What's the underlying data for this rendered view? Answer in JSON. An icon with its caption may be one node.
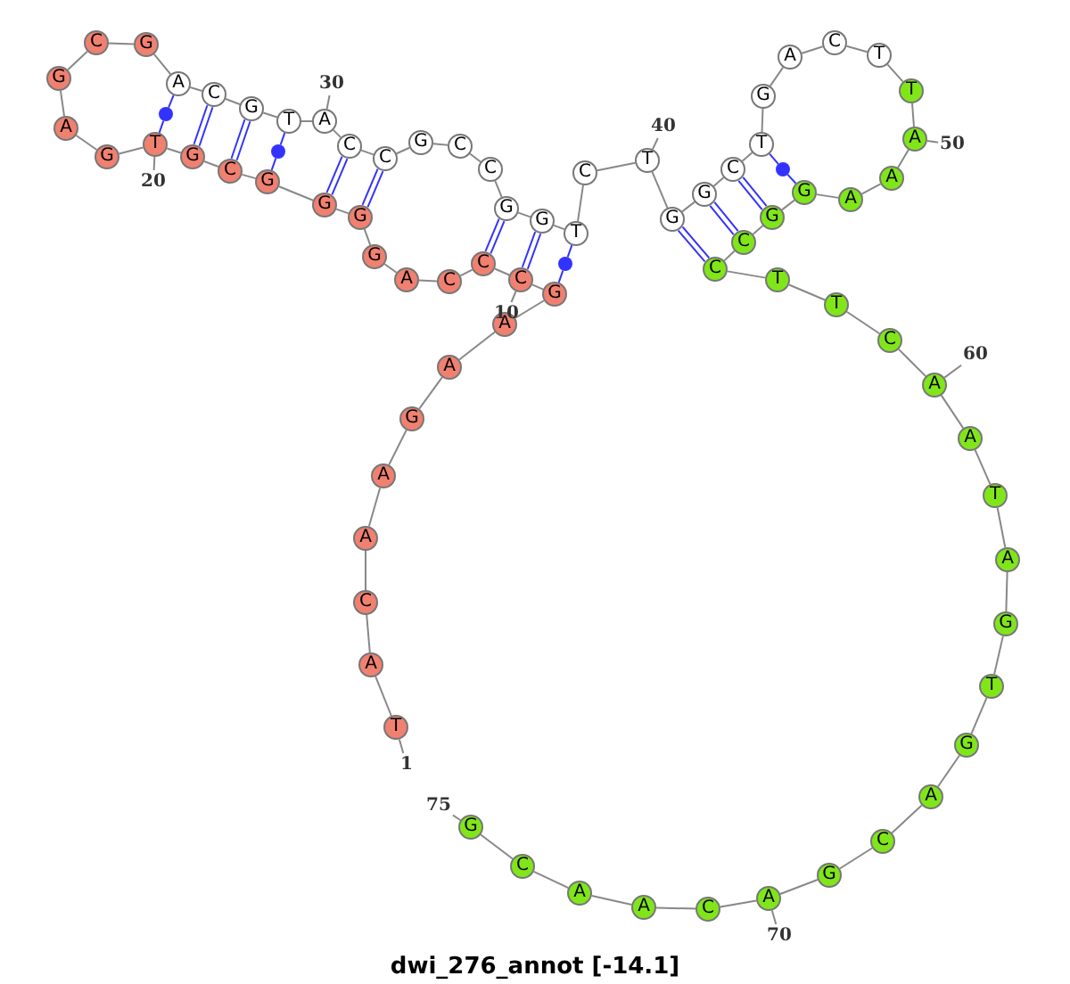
{
  "diagram": {
    "title": "dwi_276_annot [-14.1]",
    "nodes": [
      {
        "text": [
          "T"
        ]
      },
      {
        "text": [
          "A"
        ]
      },
      {
        "text": [
          "C"
        ]
      },
      {
        "text": [
          "A"
        ]
      },
      {
        "text": [
          "A"
        ]
      },
      {
        "text": [
          "G"
        ]
      },
      {
        "text": [
          "A"
        ]
      },
      {
        "text": [
          "A"
        ]
      },
      {
        "text": [
          "G"
        ]
      },
      {
        "text": [
          "C"
        ]
      },
      {
        "text": [
          "C"
        ]
      },
      {
        "text": [
          "C"
        ]
      },
      {
        "text": [
          "A"
        ]
      },
      {
        "text": [
          "G"
        ]
      },
      {
        "text": [
          "G"
        ]
      },
      {
        "text": [
          "G"
        ]
      },
      {
        "text": [
          "G"
        ]
      },
      {
        "text": [
          "C"
        ]
      },
      {
        "text": [
          "G"
        ]
      },
      {
        "text": [
          "T"
        ]
      },
      {
        "text": [
          "G"
        ]
      },
      {
        "text": [
          "A"
        ]
      },
      {
        "text": [
          "G"
        ]
      },
      {
        "text": [
          "C"
        ]
      },
      {
        "text": [
          "G"
        ]
      },
      {
        "text": [
          "A"
        ]
      },
      {
        "text": [
          "C"
        ]
      },
      {
        "text": [
          "G"
        ]
      },
      {
        "text": [
          "T"
        ]
      },
      {
        "text": [
          "A"
        ]
      },
      {
        "text": [
          "C"
        ]
      },
      {
        "text": [
          "C"
        ]
      },
      {
        "text": [
          "G"
        ]
      },
      {
        "text": [
          "C"
        ]
      },
      {
        "text": [
          "C"
        ]
      },
      {
        "text": [
          "G"
        ]
      },
      {
        "text": [
          "G"
        ]
      },
      {
        "text": [
          "T"
        ]
      },
      {
        "text": [
          "C"
        ]
      },
      {
        "text": [
          "T"
        ]
      },
      {
        "text": [
          "G"
        ]
      },
      {
        "text": [
          "G"
        ]
      },
      {
        "text": [
          "C"
        ]
      },
      {
        "text": [
          "T"
        ]
      },
      {
        "text": [
          "G"
        ]
      },
      {
        "text": [
          "A"
        ]
      },
      {
        "text": [
          "C"
        ]
      },
      {
        "text": [
          "T"
        ]
      },
      {
        "text": [
          "T"
        ]
      },
      {
        "text": [
          "A"
        ]
      },
      {
        "text": [
          "A"
        ]
      },
      {
        "text": [
          "A"
        ]
      },
      {
        "text": [
          "G"
        ]
      },
      {
        "text": [
          "G"
        ]
      },
      {
        "text": [
          "C"
        ]
      },
      {
        "text": [
          "C"
        ]
      },
      {
        "text": [
          "T"
        ]
      },
      {
        "text": [
          "T"
        ]
      },
      {
        "text": [
          "C"
        ]
      },
      {
        "text": [
          "A"
        ]
      },
      {
        "text": [
          "A"
        ]
      },
      {
        "text": [
          "T"
        ]
      },
      {
        "text": [
          "A"
        ]
      },
      {
        "text": [
          "G"
        ]
      },
      {
        "text": [
          "T"
        ]
      },
      {
        "text": [
          "G"
        ]
      },
      {
        "text": [
          "A"
        ]
      },
      {
        "text": [
          "C"
        ]
      },
      {
        "text": [
          "G"
        ]
      },
      {
        "text": [
          "A"
        ]
      },
      {
        "text": [
          "C"
        ]
      },
      {
        "text": [
          "A"
        ]
      },
      {
        "text": [
          "A"
        ]
      },
      {
        "text": [
          "C"
        ]
      },
      {
        "text": [
          "G"
        ]
      },
      {
        "text": [
          "1"
        ]
      },
      {
        "text": [
          "10"
        ]
      },
      {
        "text": [
          "20"
        ]
      },
      {
        "text": [
          "30"
        ]
      },
      {
        "text": [
          "40"
        ]
      },
      {
        "text": [
          "50"
        ]
      },
      {
        "text": [
          "60"
        ]
      },
      {
        "text": [
          "70"
        ]
      },
      {
        "text": [
          "75"
        ]
      },
      {
        "text": [],
        "shape": "circle"
      },
      {
        "text": [],
        "shape": "circle"
      },
      {
        "text": [],
        "shape": "circle"
      },
      {
        "text": [],
        "shape": "circle"
      }
    ],
    "edges": [
      {
        "from": 0,
        "to": 1,
        "arrow": "none"
      },
      {
        "from": 1,
        "to": 2,
        "arrow": "none"
      },
      {
        "from": 2,
        "to": 3,
        "arrow": "none"
      },
      {
        "from": 3,
        "to": 4,
        "arrow": "none"
      },
      {
        "from": 4,
        "to": 5,
        "arrow": "none"
      },
      {
        "from": 5,
        "to": 6,
        "arrow": "none"
      },
      {
        "from": 6,
        "to": 7,
        "arrow": "none"
      },
      {
        "from": 7,
        "to": 8,
        "arrow": "none"
      },
      {
        "from": 8,
        "to": 9,
        "arrow": "none"
      },
      {
        "from": 9,
        "to": 10,
        "arrow": "none"
      },
      {
        "from": 10,
        "to": 11,
        "arrow": "none"
      },
      {
        "from": 11,
        "to": 12,
        "arrow": "none"
      },
      {
        "from": 12,
        "to": 13,
        "arrow": "none"
      },
      {
        "from": 13,
        "to": 14,
        "arrow": "none"
      },
      {
        "from": 14,
        "to": 15,
        "arrow": "none"
      },
      {
        "from": 15,
        "to": 16,
        "arrow": "none"
      },
      {
        "from": 16,
        "to": 17,
        "arrow": "none"
      },
      {
        "from": 17,
        "to": 18,
        "arrow": "none"
      },
      {
        "from": 18,
        "to": 19,
        "arrow": "none"
      },
      {
        "from": 19,
        "to": 20,
        "arrow": "none"
      },
      {
        "from": 20,
        "to": 21,
        "arrow": "none"
      },
      {
        "from": 21,
        "to": 22,
        "arrow": "none"
      },
      {
        "from": 22,
        "to": 23,
        "arrow": "none"
      },
      {
        "from": 23,
        "to": 24,
        "arrow": "none"
      },
      {
        "from": 24,
        "to": 25,
        "arrow": "none"
      },
      {
        "from": 25,
        "to": 26,
        "arrow": "none"
      },
      {
        "from": 26,
        "to": 27,
        "arrow": "none"
      },
      {
        "from": 27,
        "to": 28,
        "arrow": "none"
      },
      {
        "from": 28,
        "to": 29,
        "arrow": "none"
      },
      {
        "from": 29,
        "to": 30,
        "arrow": "none"
      },
      {
        "from": 30,
        "to": 31,
        "arrow": "none"
      },
      {
        "from": 31,
        "to": 32,
        "arrow": "none"
      },
      {
        "from": 32,
        "to": 33,
        "arrow": "none"
      },
      {
        "from": 33,
        "to": 34,
        "arrow": "none"
      },
      {
        "from": 34,
        "to": 35,
        "arrow": "none"
      },
      {
        "from": 35,
        "to": 36,
        "arrow": "none"
      },
      {
        "from": 36,
        "to": 37,
        "arrow": "none"
      },
      {
        "from": 37,
        "to": 38,
        "arrow": "none"
      },
      {
        "from": 38,
        "to": 39,
        "arrow": "none"
      },
      {
        "from": 39,
        "to": 40,
        "arrow": "none"
      },
      {
        "from": 40,
        "to": 41,
        "arrow": "none"
      },
      {
        "from": 41,
        "to": 42,
        "arrow": "none"
      },
      {
        "from": 42,
        "to": 43,
        "arrow": "none"
      },
      {
        "from": 43,
        "to": 44,
        "arrow": "none"
      },
      {
        "from": 44,
        "to": 45,
        "arrow": "none"
      },
      {
        "from": 45,
        "to": 46,
        "arrow": "none"
      },
      {
        "from": 46,
        "to": 47,
        "arrow": "none"
      },
      {
        "from": 47,
        "to": 48,
        "arrow": "none"
      },
      {
        "from": 48,
        "to": 49,
        "arrow": "none"
      },
      {
        "from": 49,
        "to": 50,
        "arrow": "none"
      },
      {
        "from": 50,
        "to": 51,
        "arrow": "none"
      },
      {
        "from": 51,
        "to": 52,
        "arrow": "none"
      },
      {
        "from": 52,
        "to": 53,
        "arrow": "none"
      },
      {
        "from": 53,
        "to": 54,
        "arrow": "none"
      },
      {
        "from": 54,
        "to": 55,
        "arrow": "none"
      },
      {
        "from": 55,
        "to": 56,
        "arrow": "none"
      },
      {
        "from": 56,
        "to": 57,
        "arrow": "none"
      },
      {
        "from": 57,
        "to": 58,
        "arrow": "none"
      },
      {
        "from": 58,
        "to": 59,
        "arrow": "none"
      },
      {
        "from": 59,
        "to": 60,
        "arrow": "none"
      },
      {
        "from": 60,
        "to": 61,
        "arrow": "none"
      },
      {
        "from": 61,
        "to": 62,
        "arrow": "none"
      },
      {
        "from": 62,
        "to": 63,
        "arrow": "none"
      },
      {
        "from": 63,
        "to": 64,
        "arrow": "none"
      },
      {
        "from": 64,
        "to": 65,
        "arrow": "none"
      },
      {
        "from": 65,
        "to": 66,
        "arrow": "none"
      },
      {
        "from": 66,
        "to": 67,
        "arrow": "none"
      },
      {
        "from": 67,
        "to": 68,
        "arrow": "none"
      },
      {
        "from": 68,
        "to": 69,
        "arrow": "none"
      },
      {
        "from": 69,
        "to": 70,
        "arrow": "none"
      },
      {
        "from": 70,
        "to": 71,
        "arrow": "none"
      },
      {
        "from": 71,
        "to": 72,
        "arrow": "none"
      },
      {
        "from": 72,
        "to": 73,
        "arrow": "none"
      },
      {
        "from": 73,
        "to": 74,
        "arrow": "none"
      },
      {
        "from": 19,
        "to": 84,
        "arrow": "none",
        "color": "#3333ff"
      },
      {
        "from": 84,
        "to": 25,
        "arrow": "none",
        "color": "#3333ff"
      },
      {
        "from": 18,
        "to": 26,
        "arrow": "none",
        "color": "#3333ff"
      },
      {
        "from": 17,
        "to": 27,
        "arrow": "none",
        "color": "#3333ff"
      },
      {
        "from": 16,
        "to": 85,
        "arrow": "none",
        "color": "#3333ff"
      },
      {
        "from": 85,
        "to": 28,
        "arrow": "none",
        "color": "#3333ff"
      },
      {
        "from": 15,
        "to": 30,
        "arrow": "none",
        "color": "#3333ff"
      },
      {
        "from": 14,
        "to": 31,
        "arrow": "none",
        "color": "#3333ff"
      },
      {
        "from": 10,
        "to": 35,
        "arrow": "none",
        "color": "#3333ff"
      },
      {
        "from": 9,
        "to": 36,
        "arrow": "none",
        "color": "#3333ff"
      },
      {
        "from": 8,
        "to": 86,
        "arrow": "none",
        "color": "#3333ff"
      },
      {
        "from": 86,
        "to": 37,
        "arrow": "none",
        "color": "#3333ff"
      },
      {
        "from": 40,
        "to": 55,
        "arrow": "none",
        "color": "#3333ff"
      },
      {
        "from": 41,
        "to": 54,
        "arrow": "none",
        "color": "#3333ff"
      },
      {
        "from": 42,
        "to": 53,
        "arrow": "none",
        "color": "#3333ff"
      },
      {
        "from": 43,
        "to": 87,
        "arrow": "none",
        "color": "#3333ff"
      },
      {
        "from": 87,
        "to": 52,
        "arrow": "none",
        "color": "#3333ff"
      },
      {
        "from": 75,
        "to": 0,
        "arrow": "none"
      },
      {
        "from": 76,
        "to": 9,
        "arrow": "none"
      },
      {
        "from": 77,
        "to": 19,
        "arrow": "none"
      },
      {
        "from": 78,
        "to": 29,
        "arrow": "none"
      },
      {
        "from": 79,
        "to": 39,
        "arrow": "none"
      },
      {
        "from": 80,
        "to": 49,
        "arrow": "none"
      },
      {
        "from": 81,
        "to": 59,
        "arrow": "none"
      },
      {
        "from": 82,
        "to": 69,
        "arrow": "none"
      },
      {
        "from": 83,
        "to": 74,
        "arrow": "none"
      }
    ]
  }
}
